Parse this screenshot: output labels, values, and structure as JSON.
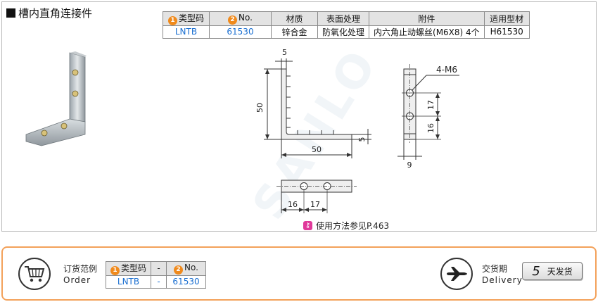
{
  "title": "槽内直角连接件",
  "spec_table": {
    "headers": [
      {
        "num": "1",
        "label": "类型码"
      },
      {
        "num": "2",
        "label": "No."
      },
      {
        "num": "",
        "label": "材质"
      },
      {
        "num": "",
        "label": "表面处理"
      },
      {
        "num": "",
        "label": "附件"
      },
      {
        "num": "",
        "label": "适用型材"
      }
    ],
    "row": [
      "LNTB",
      "61530",
      "锌合金",
      "防氧化处理",
      "内六角止动螺丝(M6X8) 4个",
      "H61530"
    ]
  },
  "drawing": {
    "dim_top": "5",
    "dim_height": "50",
    "dim_thickness": "5",
    "dim_width": "50",
    "hole_label": "4-M6",
    "dim_side_17": "17",
    "dim_side_16": "16",
    "dim_side_width": "9",
    "dim_bottom_16": "16",
    "dim_bottom_17": "17"
  },
  "usage": {
    "icon": "key-icon",
    "text": "使用方法参见P.463"
  },
  "watermark": "SANLO",
  "order": {
    "label_cn": "订货范例",
    "label_en": "Order",
    "headers": [
      {
        "num": "1",
        "label": "类型码"
      },
      {
        "num": "",
        "label": "-"
      },
      {
        "num": "2",
        "label": "No."
      }
    ],
    "row": [
      "LNTB",
      "-",
      "61530"
    ]
  },
  "delivery": {
    "label_cn": "交货期",
    "label_en": "Delivery",
    "days": "5",
    "days_text": "天发货"
  },
  "colors": {
    "accent_orange": "#f08a1c",
    "border_orange": "#f3a15a",
    "value_blue": "#1a6fd1",
    "usage_pink": "#e0399a"
  }
}
